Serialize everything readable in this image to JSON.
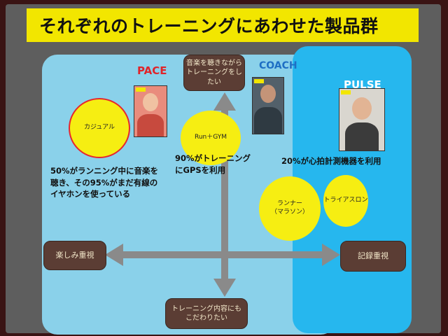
{
  "slide": {
    "title": "それぞれのトレーニングにあわせた製品群"
  },
  "categories": {
    "pace": "PACE",
    "coach": "COACH",
    "pulse": "PULSE"
  },
  "axes": {
    "top_line1": "音楽を聴きながら",
    "top_line2": "トレーニングをしたい",
    "left": "楽しみ重視",
    "right": "記録重視",
    "bottom_line1": "トレーニング内容にも",
    "bottom_line2": "こだわりたい"
  },
  "bubbles": {
    "casual": "カジュアル",
    "run_gym": "Run＋GYM",
    "runner_line1": "ランナー",
    "runner_line2": "（マラソン）",
    "triathlon": "トライアスロン"
  },
  "notes": {
    "pace_line1": "50%がランニング中に音楽を",
    "pace_line2": "聴き、その95%がまだ有線の",
    "pace_line3": "イヤホンを使っている",
    "coach_line1": "90%がトレーニング",
    "coach_line2": "にGPSを利用",
    "pulse": "20%が心拍計測機器を利用"
  },
  "colors": {
    "title_bar": "#f2e600",
    "left_region": "#8ad1ea",
    "right_region": "#26b7ee",
    "bubble": "#f6ee12",
    "axis_box": "#5b3d34",
    "arrow": "#8a8a8a"
  }
}
